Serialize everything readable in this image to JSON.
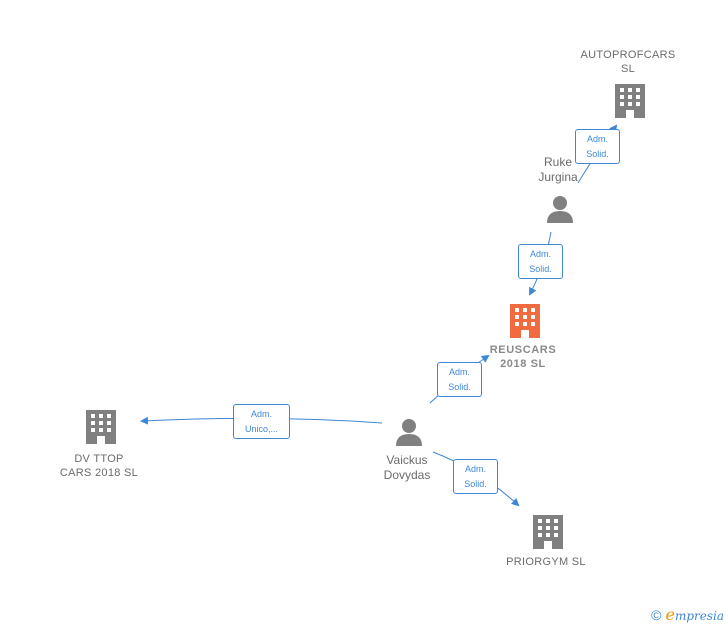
{
  "nodes": {
    "autoprofcars": {
      "label": "AUTOPROFCARS\nSL",
      "kind": "company",
      "color": "#808080"
    },
    "ruke": {
      "label": "Ruke\nJurgina",
      "kind": "person",
      "color": "#808080"
    },
    "reuscars": {
      "label": "REUSCARS\n2018  SL",
      "kind": "company",
      "color": "#f26a3f",
      "focus": true
    },
    "dvttop": {
      "label": "DV TTOP\nCARS 2018  SL",
      "kind": "company",
      "color": "#808080"
    },
    "vaickus": {
      "label": "Vaickus\nDovydas",
      "kind": "person",
      "color": "#808080"
    },
    "priorgym": {
      "label": "PRIORGYM  SL",
      "kind": "company",
      "color": "#808080"
    }
  },
  "edges": {
    "ruke_autoprofcars": {
      "label": "Adm.\nSolid."
    },
    "ruke_reuscars": {
      "label": "Adm.\nSolid."
    },
    "vaickus_reuscars": {
      "label": "Adm.\nSolid."
    },
    "vaickus_dvttop": {
      "label": "Adm.\nUnico,..."
    },
    "vaickus_priorgym": {
      "label": "Adm.\nSolid."
    }
  },
  "footer": {
    "copyright": "©",
    "brand_initial": "e",
    "brand_rest": "mpresia"
  },
  "colors": {
    "edge": "#3f87d6",
    "node": "#808080",
    "focus": "#f26a3f"
  }
}
